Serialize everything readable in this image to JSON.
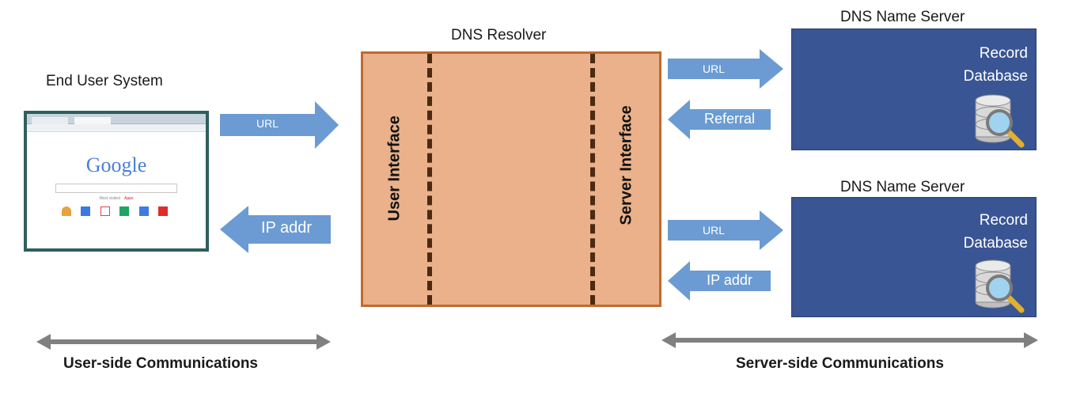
{
  "end_user": {
    "title": "End User System"
  },
  "browser": {
    "logo": "Google",
    "links": [
      "Most visited",
      "Apps"
    ]
  },
  "resolver": {
    "title": "DNS Resolver",
    "user_interface": "User Interface",
    "server_interface": "Server Interface"
  },
  "name_servers": [
    {
      "title": "DNS Name Server",
      "line1": "Record",
      "line2": "Database"
    },
    {
      "title": "DNS Name Server",
      "line1": "Record",
      "line2": "Database"
    }
  ],
  "arrows": {
    "user_url": "URL",
    "user_ip": "IP addr",
    "ns1_url": "URL",
    "ns1_referral": "Referral",
    "ns2_url": "URL",
    "ns2_ip": "IP addr"
  },
  "footer": {
    "user_side": "User-side Communications",
    "server_side": "Server-side Communications"
  },
  "colors": {
    "arrow": "#6b9bd2",
    "resolver_fill": "#eab18a",
    "resolver_border": "#c06a30",
    "name_server": "#3a5594",
    "double_arrow": "#808080"
  },
  "icons": [
    "database-search-icon"
  ]
}
